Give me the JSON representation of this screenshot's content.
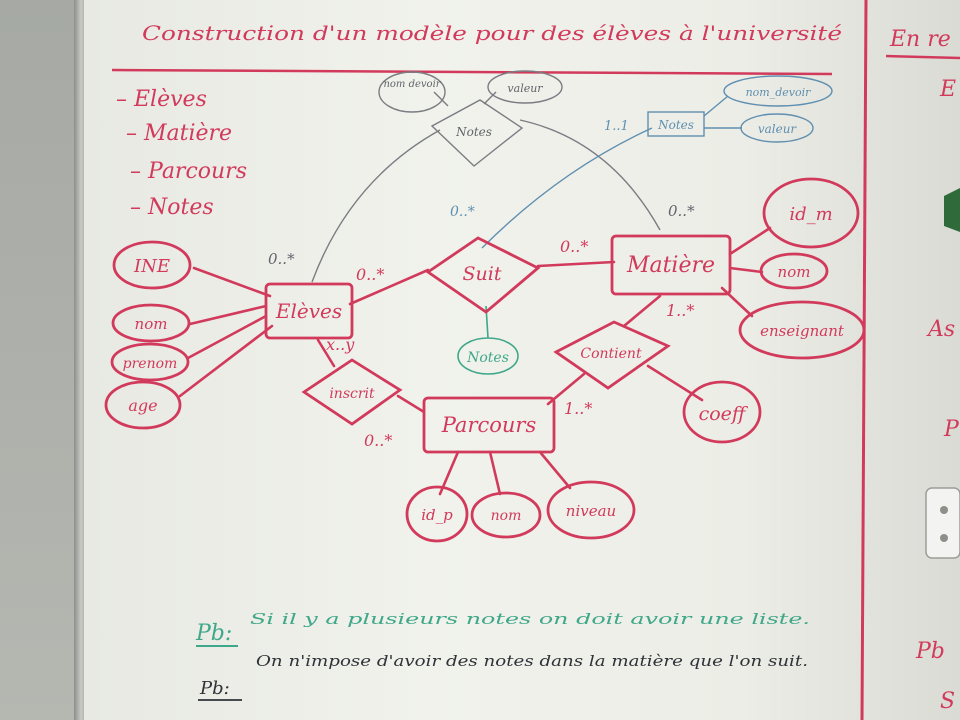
{
  "title": "Construction d'un modèle pour des élèves à l'université",
  "right_panel": {
    "title_fragment": "En re",
    "fragment_e": "E",
    "fragment_as": "As",
    "fragment_p": "P",
    "fragment_pb": "Pb",
    "fragment_s": "S"
  },
  "entity_list": [
    "Elèves",
    "Matière",
    "Parcours",
    "Notes"
  ],
  "entities": {
    "eleves": "Elèves",
    "matiere": "Matière",
    "parcours": "Parcours"
  },
  "attributes": {
    "ine": "INE",
    "nom_eleve": "nom",
    "prenom": "prenom",
    "age": "age",
    "id_m": "id_m",
    "nom_matiere": "nom",
    "enseignant": "enseignant",
    "coeff": "coeff",
    "id_p": "id_p",
    "nom_parcours": "nom",
    "niveau": "niveau",
    "nom_devoir": "nom devoir",
    "valeur": "valeur",
    "nom_devoir_blue": "nom_devoir",
    "valeur_blue": "valeur",
    "notes_green": "Notes"
  },
  "relations": {
    "suit": "Suit",
    "inscrit": "inscrit",
    "contient": "Contient",
    "notes": "Notes",
    "notes_blue": "Notes"
  },
  "cardinalities": {
    "eleves_suit": "0..*",
    "matiere_suit": "0..*",
    "eleves_notes": "0..*",
    "matiere_notes": "0..*",
    "suit_notes_blue": "0..*",
    "notes_blue": "1..1",
    "eleves_inscrit": "x..y",
    "parcours_inscrit": "0..*",
    "matiere_contient": "1..*",
    "parcours_contient": "1..*"
  },
  "notes": {
    "pb1_label": "Pb:",
    "pb1_text": "Si il y a plusieurs notes on doit avoir une liste.",
    "pb2_label": "Pb:",
    "pb2_text": "On n'impose d'avoir des notes dans la matière que l'on suit."
  },
  "colors": {
    "pink_marker": "#d23a5c",
    "graphite": "#7a7c82",
    "blue_marker": "#5f8fb0",
    "green_marker": "#3fa88a",
    "dark_marker": "#2f3238",
    "board": "#eeefe9"
  }
}
